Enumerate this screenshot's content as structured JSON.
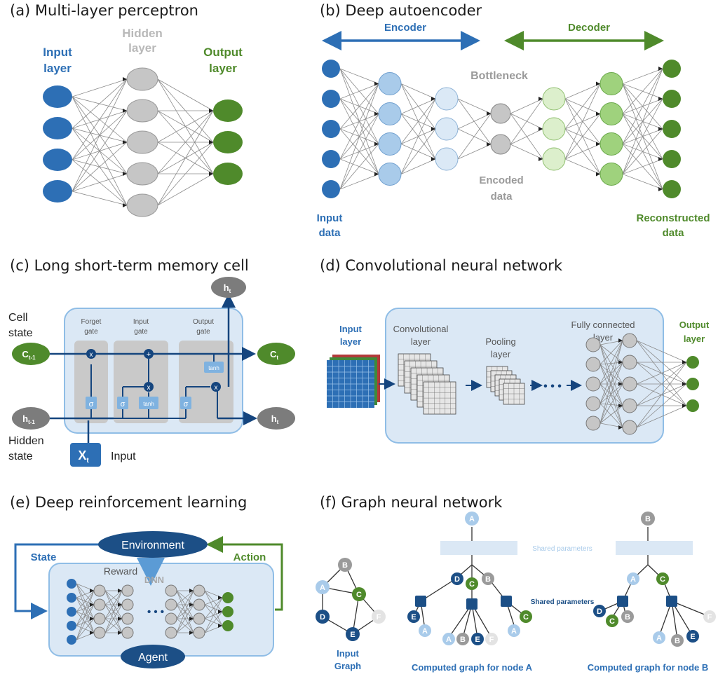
{
  "colors": {
    "blue": "#2d6fb5",
    "dark_blue": "#1c4f86",
    "light_blue": "#a9cbea",
    "pale_blue": "#dbe9f6",
    "panel_blue": "#dbe8f5",
    "panel_border": "#8fbde6",
    "green": "#4f8a2b",
    "light_green": "#9fd27d",
    "pale_green": "#dcefcc",
    "gray": "#c6c6c6",
    "dark_gray": "#7c7c7c",
    "navy": "#15457e"
  },
  "a": {
    "title": "(a) Multi-layer perceptron",
    "input_label_1": "Input",
    "input_label_2": "layer",
    "hidden_label_1": "Hidden",
    "hidden_label_2": "layer",
    "output_label_1": "Output",
    "output_label_2": "layer"
  },
  "b": {
    "title": "(b) Deep autoencoder",
    "encoder": "Encoder",
    "decoder": "Decoder",
    "bottleneck": "Bottleneck",
    "encoded_1": "Encoded",
    "encoded_2": "data",
    "input_1": "Input",
    "input_2": "data",
    "recon_1": "Reconstructed",
    "recon_2": "data"
  },
  "c": {
    "title": "(c) Long short-term memory cell",
    "cell_state_1": "Cell",
    "cell_state_2": "state",
    "hidden_state_1": "Hidden",
    "hidden_state_2": "state",
    "forget_gate_1": "Forget",
    "forget_gate_2": "gate",
    "input_gate_1": "Input",
    "input_gate_2": "gate",
    "output_gate_1": "Output",
    "output_gate_2": "gate",
    "c_prev": "C",
    "c_prev_sub": "t-1",
    "c_t": "C",
    "c_t_sub": "t",
    "h_prev": "h",
    "h_prev_sub": "t-1",
    "h_t": "h",
    "h_t_sub": "t",
    "x_t": "X",
    "x_t_sub": "t",
    "input_word": "Input",
    "sigma": "σ",
    "tanh": "tanh",
    "times": "x",
    "plus": "+"
  },
  "d": {
    "title": "(d) Convolutional neural network",
    "input_1": "Input",
    "input_2": "layer",
    "conv_1": "Convolutional",
    "conv_2": "layer",
    "pool_1": "Pooling",
    "pool_2": "layer",
    "fc_1": "Fully connected",
    "fc_2": "layer",
    "output_1": "Output",
    "output_2": "layer",
    "dots": "• • •"
  },
  "e": {
    "title": "(e) Deep reinforcement learning",
    "environment": "Environment",
    "state": "State",
    "action": "Action",
    "reward": "Reward",
    "dnn": "DNN",
    "agent": "Agent",
    "dots": "• • •"
  },
  "f": {
    "title": "(f) Graph neural network",
    "shared_params_top": "Shared parameters",
    "shared_params_mid": "Shared parameters",
    "input_graph_1": "Input",
    "input_graph_2": "Graph",
    "computed_a": "Computed graph for node A",
    "computed_b": "Computed graph for node B",
    "node_a": "A",
    "node_b": "B",
    "node_c": "C",
    "node_d": "D",
    "node_e": "E",
    "node_f": "F"
  }
}
